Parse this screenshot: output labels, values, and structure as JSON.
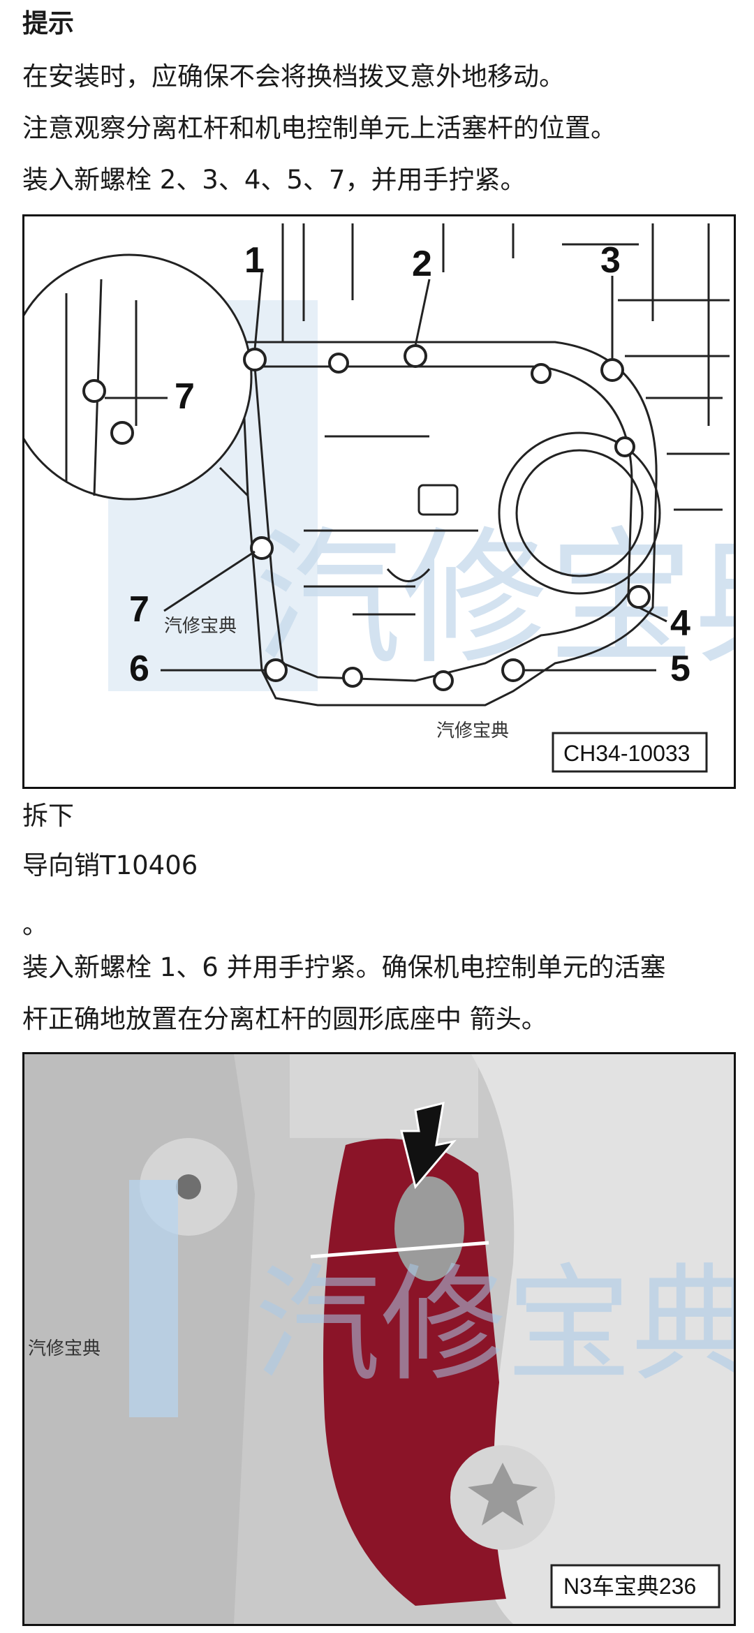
{
  "heading": "提示",
  "p1": "在安装时，应确保不会将换档拨叉意外地移动。",
  "p2": "注意观察分离杠杆和机电控制单元上活塞杆的位置。",
  "p3": "装入新螺栓 2、3、4、5、7，并用手拧紧。",
  "figure1": {
    "labels": [
      "1",
      "2",
      "3",
      "4",
      "5",
      "6",
      "7",
      "7"
    ],
    "watermark": "汽修宝典",
    "watermark2": "汽修宝典",
    "code": "CH34-10033"
  },
  "p4": "拆下",
  "p5": "导向销T10406",
  "p6": "。",
  "p7a": "装入新螺栓 1、6 并用手拧紧。确保机电控制单元的活塞",
  "p7b": "杆正确地放置在分离杠杆的圆形底座中 箭头。",
  "figure2": {
    "watermark": "汽修宝典",
    "code": "N3车宝典236"
  }
}
